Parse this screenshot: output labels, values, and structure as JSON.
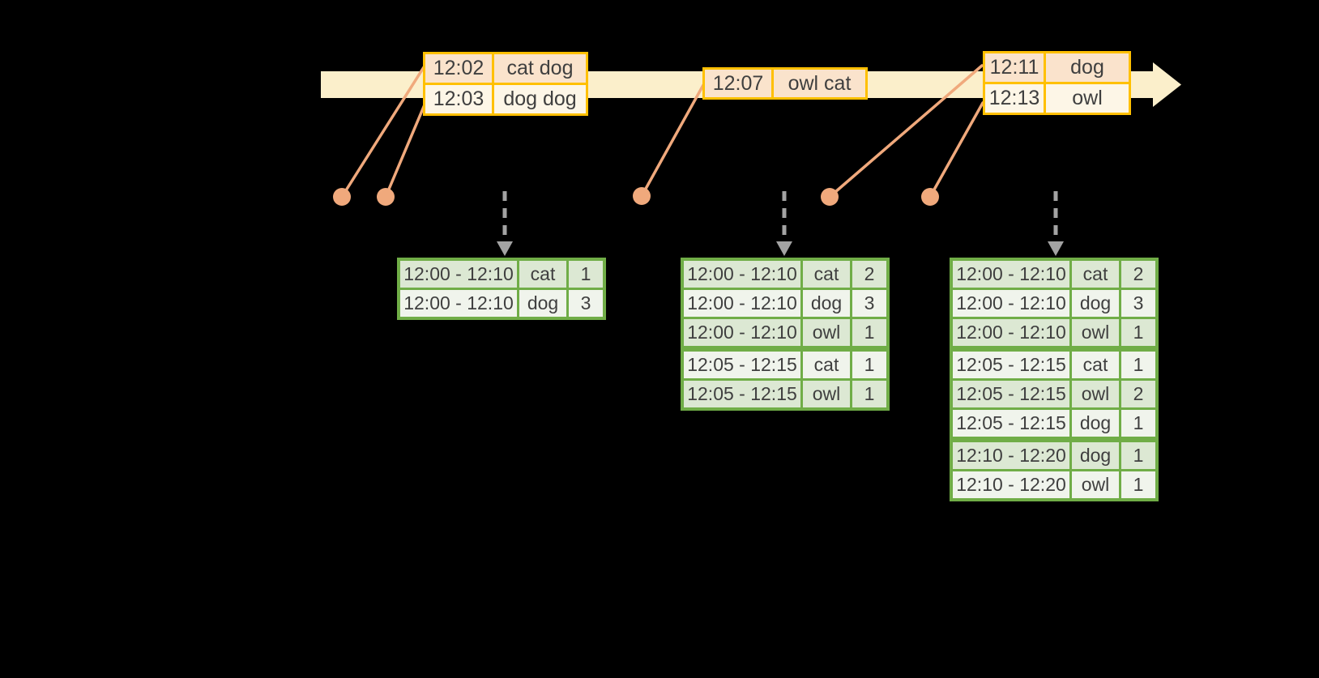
{
  "colors": {
    "background": "#000000",
    "timeline_fill": "#FBEFCB",
    "event_border": "#FFC000",
    "event_row_dark": "#FAE3CC",
    "event_row_light": "#FDF6E7",
    "connector": "#F0A97C",
    "result_border": "#70AD47",
    "result_row_dark": "#DCE8D3",
    "result_row_light": "#F0F4EC",
    "text": "#3F3F3F",
    "trigger_arrow": "#A3A3A3"
  },
  "icons": {
    "timeline_arrowhead": "arrow-right",
    "trigger_arrow": "dashed-arrow-down",
    "event_marker": "dot"
  },
  "event_tables": [
    {
      "rows": [
        {
          "time": "12:02",
          "words": "cat dog"
        },
        {
          "time": "12:03",
          "words": "dog dog"
        }
      ]
    },
    {
      "rows": [
        {
          "time": "12:07",
          "words": "owl cat"
        }
      ]
    },
    {
      "rows": [
        {
          "time": "12:11",
          "words": "dog"
        },
        {
          "time": "12:13",
          "words": "owl"
        }
      ]
    }
  ],
  "result_tables": [
    {
      "rows": [
        {
          "window": "12:00 - 12:10",
          "word": "cat",
          "count": "1"
        },
        {
          "window": "12:00 - 12:10",
          "word": "dog",
          "count": "3"
        }
      ]
    },
    {
      "rows": [
        {
          "window": "12:00 - 12:10",
          "word": "cat",
          "count": "2"
        },
        {
          "window": "12:00 - 12:10",
          "word": "dog",
          "count": "3"
        },
        {
          "window": "12:00 - 12:10",
          "word": "owl",
          "count": "1"
        },
        {
          "window": "12:05 - 12:15",
          "word": "cat",
          "count": "1"
        },
        {
          "window": "12:05 - 12:15",
          "word": "owl",
          "count": "1"
        }
      ]
    },
    {
      "rows": [
        {
          "window": "12:00 - 12:10",
          "word": "cat",
          "count": "2"
        },
        {
          "window": "12:00 - 12:10",
          "word": "dog",
          "count": "3"
        },
        {
          "window": "12:00 - 12:10",
          "word": "owl",
          "count": "1"
        },
        {
          "window": "12:05 - 12:15",
          "word": "cat",
          "count": "1"
        },
        {
          "window": "12:05 - 12:15",
          "word": "owl",
          "count": "2"
        },
        {
          "window": "12:05 - 12:15",
          "word": "dog",
          "count": "1"
        },
        {
          "window": "12:10 - 12:20",
          "word": "dog",
          "count": "1"
        },
        {
          "window": "12:10 - 12:20",
          "word": "owl",
          "count": "1"
        }
      ]
    }
  ]
}
